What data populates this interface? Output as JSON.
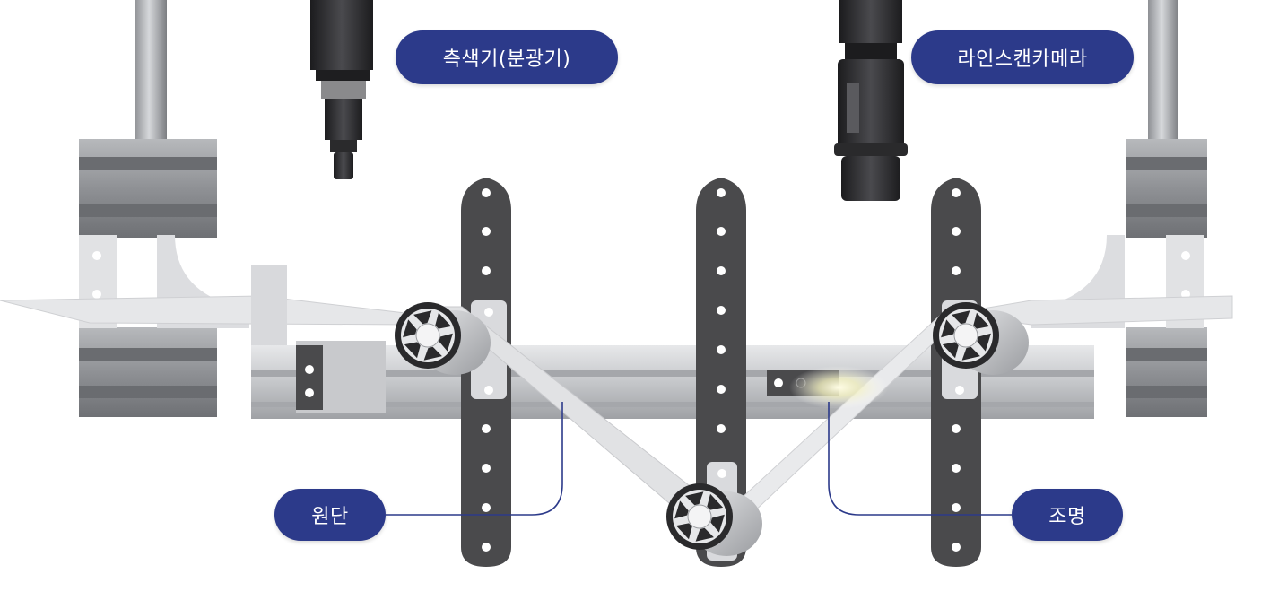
{
  "labels": {
    "spectro": "측색기(분광기)",
    "camera": "라인스캔카메라",
    "fabric": "원단",
    "light": "조명"
  },
  "colors": {
    "label_bg": "#2c3a8a",
    "label_text": "#ffffff",
    "leader_line": "#2c3a8a",
    "plate": "#4a4a4c",
    "rail": "#c9cbce",
    "frame": "#a8aaad",
    "fabric": "#e2e3e5",
    "camera_body": "#2a2a2c"
  }
}
